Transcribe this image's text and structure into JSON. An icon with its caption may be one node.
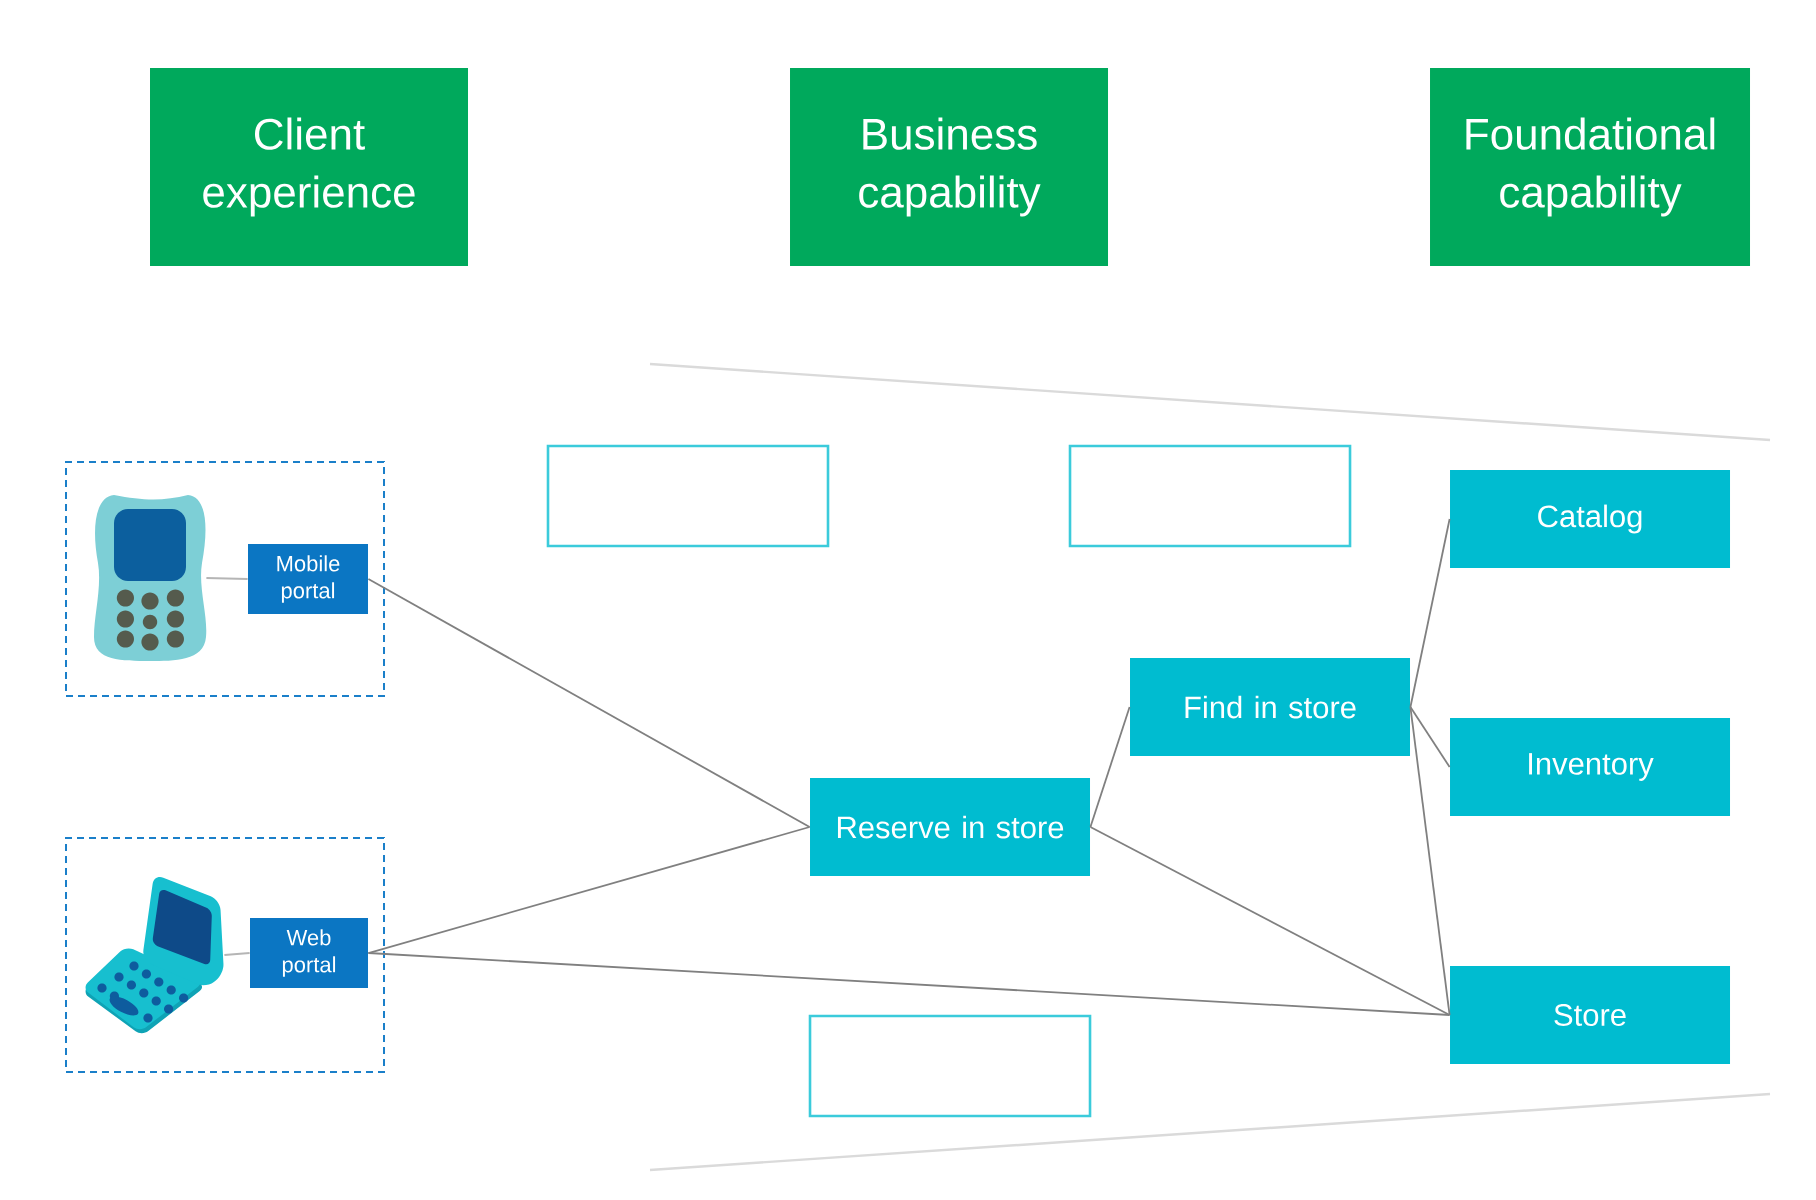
{
  "diagram": {
    "nodes": [
      {
        "text": [
          "Client experience"
        ]
      },
      {
        "text": [
          "Business capability"
        ]
      },
      {
        "text": [
          "Foundational capability"
        ]
      },
      {
        "text": [],
        "shape": "box"
      },
      {
        "text": [],
        "shape": "picture",
        "in": 3
      },
      {
        "text": [
          "Mobile portal"
        ],
        "in": 3
      },
      {
        "text": [],
        "shape": "box"
      },
      {
        "text": [],
        "shape": "picture",
        "in": 6
      },
      {
        "text": [
          "Web portal"
        ],
        "in": 6
      },
      {
        "text": [],
        "shape": "box"
      },
      {
        "text": [],
        "shape": "box"
      },
      {
        "text": [
          "Reserve in store"
        ]
      },
      {
        "text": [
          "Find in store"
        ]
      },
      {
        "text": [
          "Catalog"
        ]
      },
      {
        "text": [
          "Inventory"
        ]
      },
      {
        "text": [
          "Store"
        ]
      },
      {
        "text": [],
        "shape": "box"
      }
    ],
    "edges": [
      {
        "from": 4,
        "to": 5,
        "arrow": "none",
        "color": "#b5b5b5"
      },
      {
        "from": 7,
        "to": 8,
        "arrow": "none",
        "color": "#b5b5b5"
      },
      {
        "from": 5,
        "to": 11,
        "arrow": "none"
      },
      {
        "from": 8,
        "to": 11,
        "arrow": "none"
      },
      {
        "from": 8,
        "to": 15,
        "arrow": "none"
      },
      {
        "from": 11,
        "to": 12,
        "arrow": "none"
      },
      {
        "from": 11,
        "to": 15,
        "arrow": "none"
      },
      {
        "from": 12,
        "to": 13,
        "arrow": "none"
      },
      {
        "from": 12,
        "to": 14,
        "arrow": "none"
      },
      {
        "from": 12,
        "to": 15,
        "arrow": "none"
      }
    ]
  }
}
